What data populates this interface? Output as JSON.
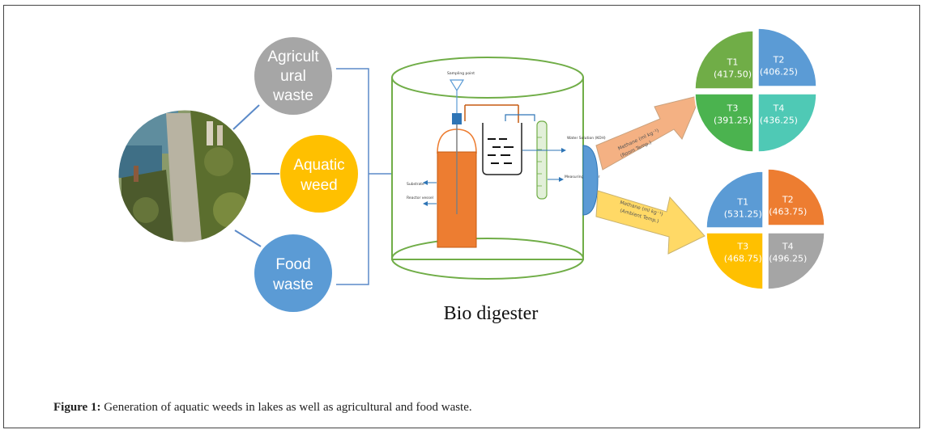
{
  "sources": [
    {
      "lines": [
        "Agricult",
        "ural",
        "waste"
      ],
      "color": "#a6a6a6"
    },
    {
      "lines": [
        "Aquatic",
        "weed"
      ],
      "color": "#ffc000"
    },
    {
      "lines": [
        "Food",
        "waste"
      ],
      "color": "#5b9bd5"
    }
  ],
  "digester": {
    "title": "Bio digester",
    "labels": {
      "sampling": "Sampling point",
      "substrate": "Substrate",
      "reactor": "Reactor vessel",
      "water": "Water Solution (KOH)",
      "cylinder": "Measuring Cylinder"
    }
  },
  "arrows": {
    "upper": [
      "Methane (ml kg⁻¹)",
      "(Room Temp.)"
    ],
    "lower": [
      "Methane (ml kg⁻¹)",
      "(Ambient Temp.)"
    ],
    "upper_color": "#f4b183",
    "lower_color": "#ffd966"
  },
  "pies": [
    {
      "quadrants": [
        {
          "name": "T1",
          "value": "(417.50)",
          "color": "#70ad47"
        },
        {
          "name": "T2",
          "value": "(406.25)",
          "color": "#5b9bd5"
        },
        {
          "name": "T3",
          "value": "(391.25)",
          "color": "#4bb34f"
        },
        {
          "name": "T4",
          "value": "(436.25)",
          "color": "#4fc9b5"
        }
      ]
    },
    {
      "quadrants": [
        {
          "name": "T1",
          "value": "(531.25)",
          "color": "#5b9bd5"
        },
        {
          "name": "T2",
          "value": "(463.75)",
          "color": "#ed7d31"
        },
        {
          "name": "T3",
          "value": "(468.75)",
          "color": "#ffc000"
        },
        {
          "name": "T4",
          "value": "(496.25)",
          "color": "#a5a5a5"
        }
      ]
    }
  ],
  "caption": {
    "prefix": "Figure 1:",
    "text": " Generation of aquatic weeds in lakes as well as agricultural and food waste."
  }
}
